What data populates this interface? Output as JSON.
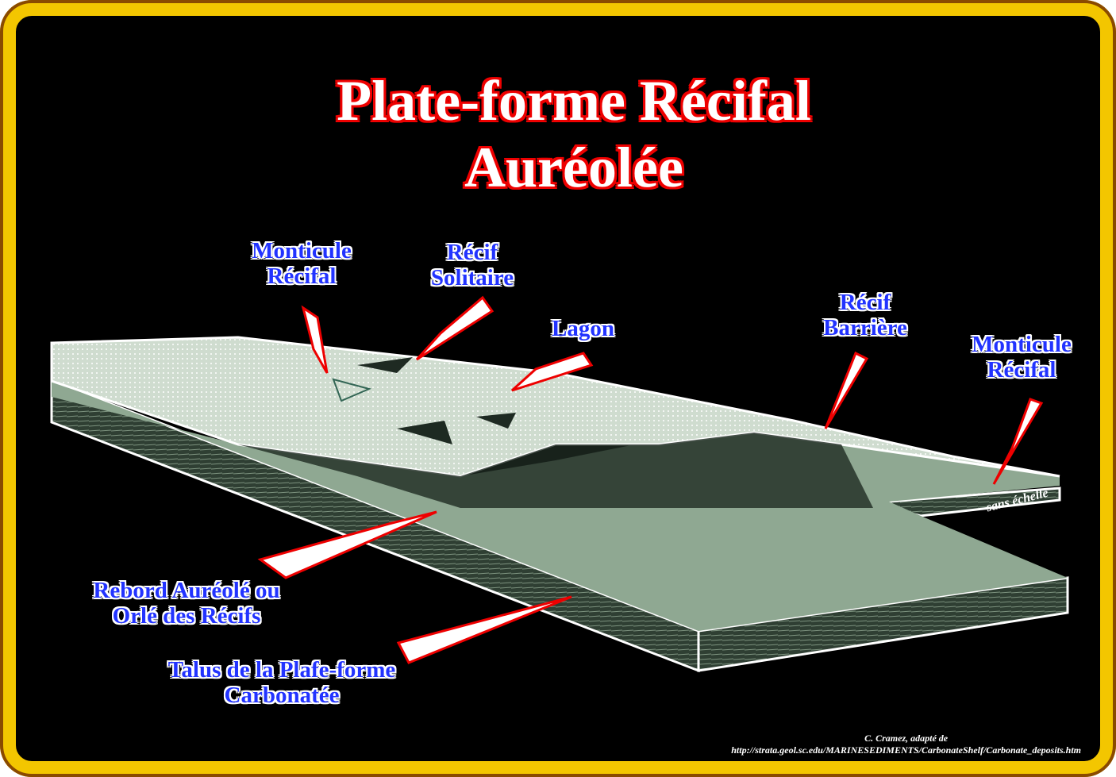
{
  "title": {
    "line1": "Plate-forme Récifal",
    "line2": "Auréolée"
  },
  "labels": {
    "monticule1": "Monticule Récifal",
    "recif_solitaire": "Récif Solitaire",
    "lagon": "Lagon",
    "recif_barriere": "Récif Barrière",
    "monticule2": "Monticule Récifal",
    "rebord": "Rebord Auréolé ou Orlé des Récifs",
    "talus": "Talus de la Plafe-forme Carbonatée"
  },
  "scale_note": "sans échelle",
  "credit": {
    "line1": "C. Cramez, adapté de",
    "line2": "http://strata.geol.sc.edu/MARINESEDIMENTS/CarbonateShelf/Carbonate_deposits.htm"
  },
  "colors": {
    "frame": "#f3c600",
    "title_outline": "#e00000",
    "label": "#2233ff",
    "platform": "#9fb5a0"
  }
}
